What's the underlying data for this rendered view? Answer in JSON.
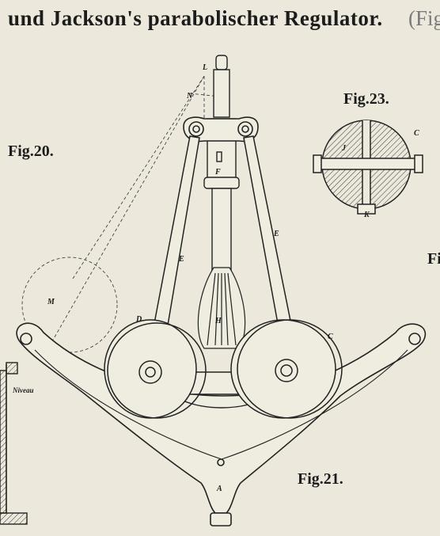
{
  "plate": {
    "title": "und Jackson's parabolischer Regulator.",
    "title_cut": "(Fig"
  },
  "figures": {
    "fig20": "Fig.20.",
    "fig21": "Fig.21.",
    "fig23": "Fig.23.",
    "fig_right_cut": "Fi"
  },
  "labels": {
    "L": "L",
    "N": "N",
    "F": "F",
    "E_left": "E",
    "E_right": "E",
    "M": "M",
    "H": "H",
    "D": "D",
    "C_left": "C",
    "C_fig23": "C",
    "J": "J",
    "K": "K",
    "A": "A",
    "niveau": "Niveau"
  }
}
